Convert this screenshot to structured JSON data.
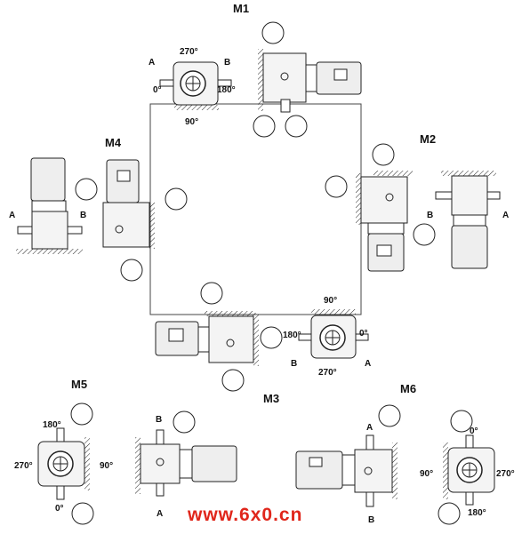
{
  "labels": {
    "m1": "M1",
    "m2": "M2",
    "m3": "M3",
    "m4": "M4",
    "m5": "M5",
    "m6": "M6",
    "a": "A",
    "b": "B",
    "deg0": "0°",
    "deg90": "90°",
    "deg180": "180°",
    "deg270": "270°"
  },
  "watermark": "www.6x0.cn",
  "colors": {
    "ink": "#111111",
    "watermark": "#e0261b",
    "fill": "#eeeeee"
  }
}
